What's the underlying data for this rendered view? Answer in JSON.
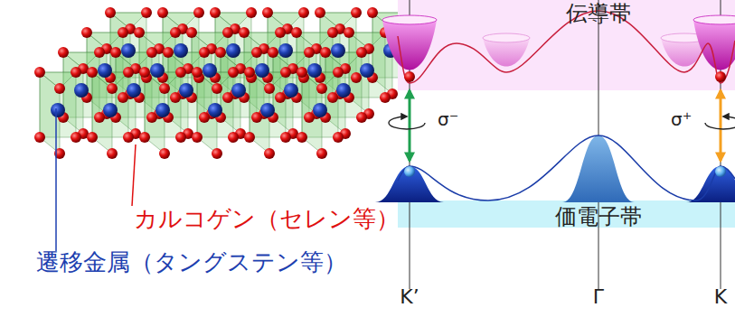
{
  "diagram": {
    "labels": [
      "カルコゲン（セレン等）",
      "遷移金属（タングステン等）",
      "伝導帯",
      "価電子帯",
      "σ⁻",
      "σ⁺",
      "K’",
      "Γ",
      "K"
    ]
  }
}
